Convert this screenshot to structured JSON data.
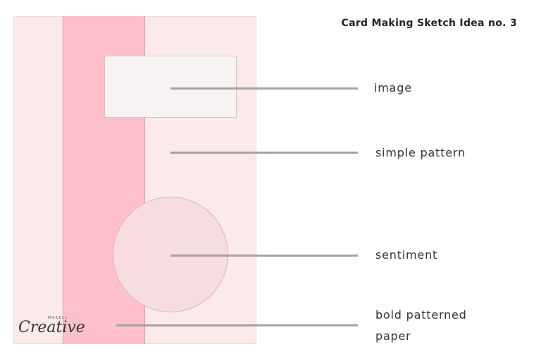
{
  "title": "Card Making Sketch Idea no. 3",
  "labels": {
    "image": "image",
    "simple_pattern": "simple pattern",
    "sentiment": "sentiment",
    "bold_patterned_paper": "bold patterned paper"
  },
  "logo": {
    "small": "MAKELL",
    "main": "Creative"
  },
  "colors": {
    "card_background": "#fbeaea",
    "bold_stripe": "#ffc0cb",
    "image_panel": "#f8f3f3",
    "sentiment_circle": "#f7dde0",
    "leader_lines": "#a7a3a3"
  }
}
